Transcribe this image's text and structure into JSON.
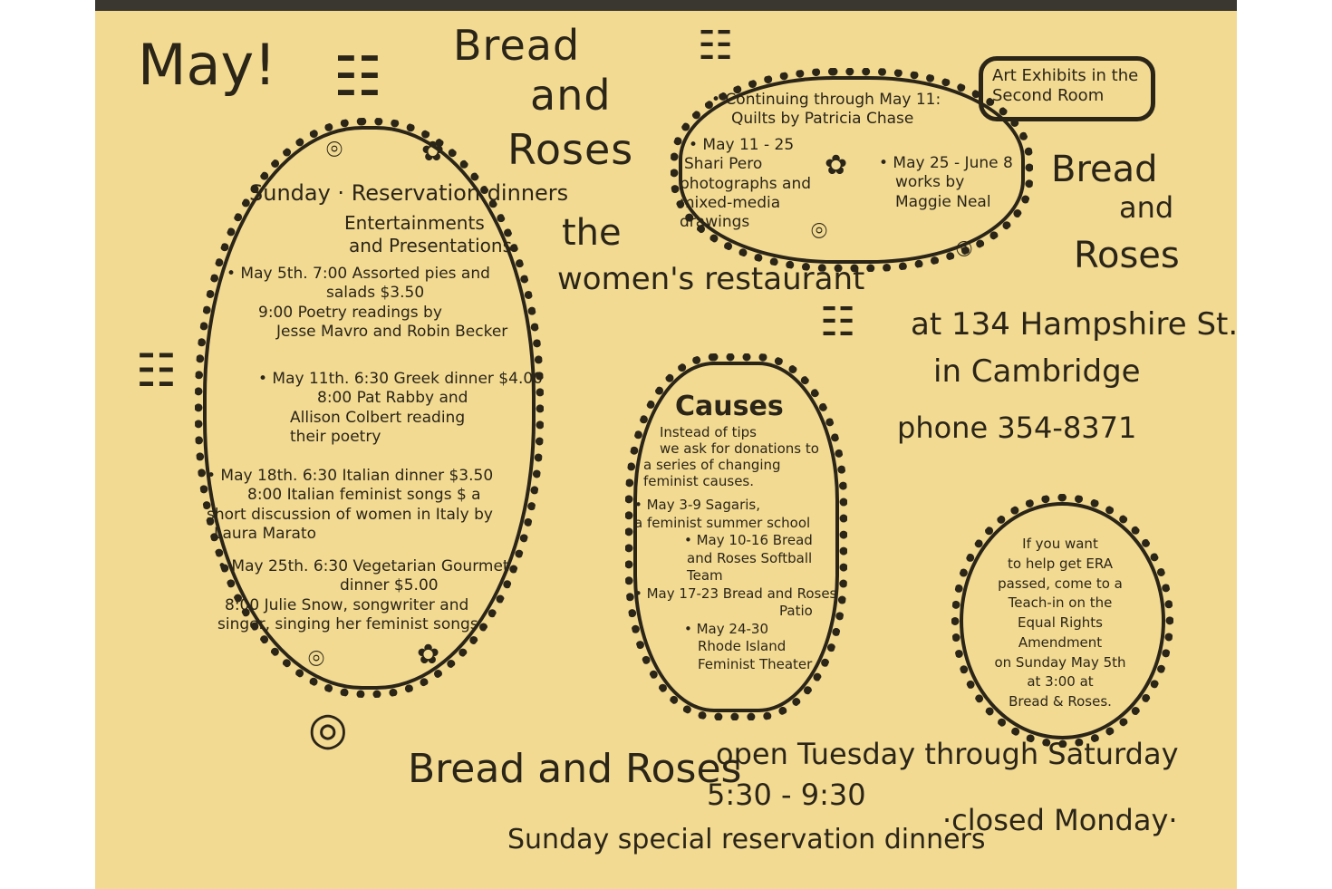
{
  "header": {
    "may": "May!",
    "title_lines": [
      "Bread",
      "and",
      "Roses"
    ]
  },
  "sunday": {
    "heading": "Sunday · Reservation dinners",
    "sub1": "Entertainments",
    "sub2": "and Presentations",
    "events": [
      [
        "• May 5th. 7:00 Assorted pies and",
        "salads $3.50",
        "9:00 Poetry readings by",
        "Jesse Mavro and Robin Becker"
      ],
      [
        "• May 11th. 6:30 Greek dinner $4.00",
        "8:00 Pat Rabby and",
        "Allison Colbert reading",
        "their poetry"
      ],
      [
        "• May 18th. 6:30 Italian dinner $3.50",
        "8:00 Italian feminist songs $ a",
        "short discussion of women in Italy by",
        "Laura Marato"
      ],
      [
        "• May 25th. 6:30 Vegetarian Gourmet",
        "dinner $5.00",
        "8:00 Julie Snow, songwriter and",
        "singer, singing her feminist songs"
      ]
    ]
  },
  "art": {
    "box": "Art Exhibits in the Second Room",
    "items": [
      "• Continuing through May 11:",
      "Quilts by Patricia Chase",
      "• May 11 - 25",
      "Shari Pero",
      "photographs and",
      "mixed-media",
      "drawings",
      "• May 25 - June 8",
      "works by",
      "Maggie Neal"
    ]
  },
  "right_title": [
    "Bread",
    "and",
    "Roses"
  ],
  "restaurant": {
    "the": "the",
    "name": "women's restaurant",
    "address": "at 134 Hampshire St.",
    "city": "in Cambridge",
    "phone": "phone 354-8371"
  },
  "causes": {
    "heading": "Causes",
    "intro": [
      "Instead of tips",
      "we ask for donations to",
      "a series of changing",
      "feminist causes."
    ],
    "items": [
      "• May 3-9 Sagaris,",
      "a feminist summer school",
      "• May 10-16 Bread",
      "and Roses Softball",
      "Team",
      "• May 17-23 Bread and Roses",
      "Patio",
      "• May 24-30",
      "Rhode Island",
      "Feminist Theater"
    ]
  },
  "era": [
    "If you want",
    "to help get ERA",
    "passed, come to a",
    "Teach-in on the",
    "Equal Rights",
    "Amendment",
    "on Sunday May 5th",
    "at 3:00 at",
    "Bread & Roses."
  ],
  "footer": {
    "name": "Bread and Roses",
    "open": "open Tuesday through Saturday",
    "hours": "5:30 - 9:30",
    "closed": "·closed Monday·",
    "sunday": "Sunday special reservation dinners"
  }
}
